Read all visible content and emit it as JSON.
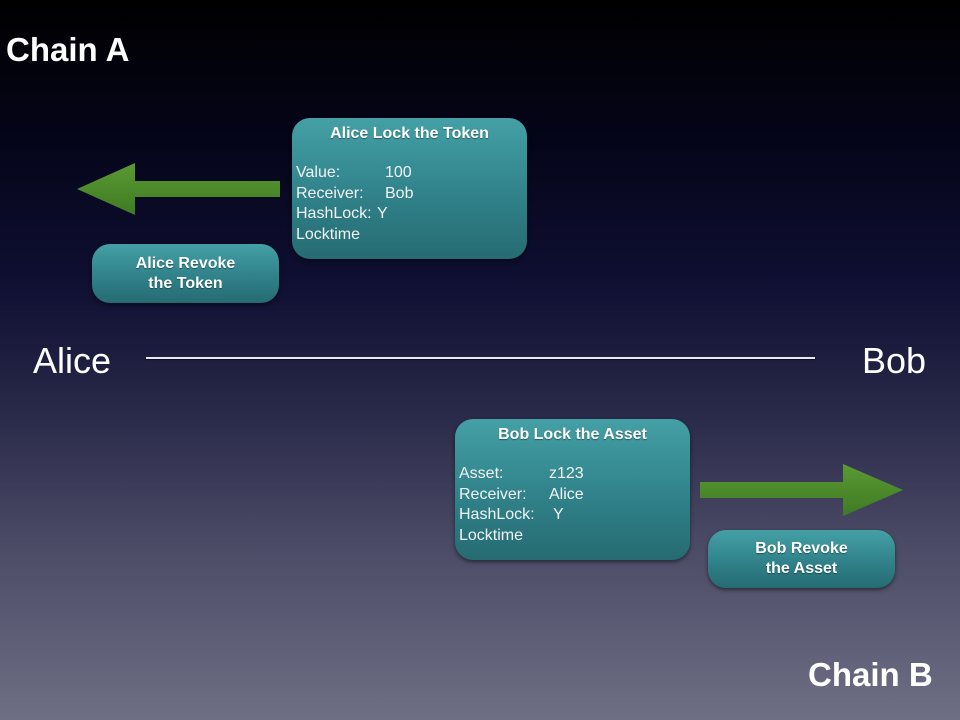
{
  "chains": {
    "top": "Chain A",
    "bottom": "Chain B"
  },
  "parties": {
    "left": "Alice",
    "right": "Bob"
  },
  "alice_lock": {
    "title": "Alice Lock the Token",
    "fields": [
      {
        "key": "Value:",
        "value": "100"
      },
      {
        "key": "Receiver:",
        "value": "Bob"
      },
      {
        "key": "HashLock:",
        "value": "Y"
      },
      {
        "key": "Locktime",
        "value": ""
      }
    ]
  },
  "alice_revoke": {
    "line1": "Alice Revoke",
    "line2": "the Token"
  },
  "bob_lock": {
    "title": "Bob Lock the Asset",
    "fields": [
      {
        "key": "Asset:",
        "value": "z123"
      },
      {
        "key": "Receiver:",
        "value": "Alice"
      },
      {
        "key": "HashLock:",
        "value": "Y"
      },
      {
        "key": "Locktime",
        "value": ""
      }
    ]
  },
  "bob_revoke": {
    "line1": "Bob Revoke",
    "line2": "the Asset"
  },
  "colors": {
    "box": "#3a8f96",
    "arrow": "#4a8a2a",
    "text": "#ffffff"
  },
  "arrows": {
    "chain_a": "left-arrow",
    "chain_b": "right-arrow"
  }
}
